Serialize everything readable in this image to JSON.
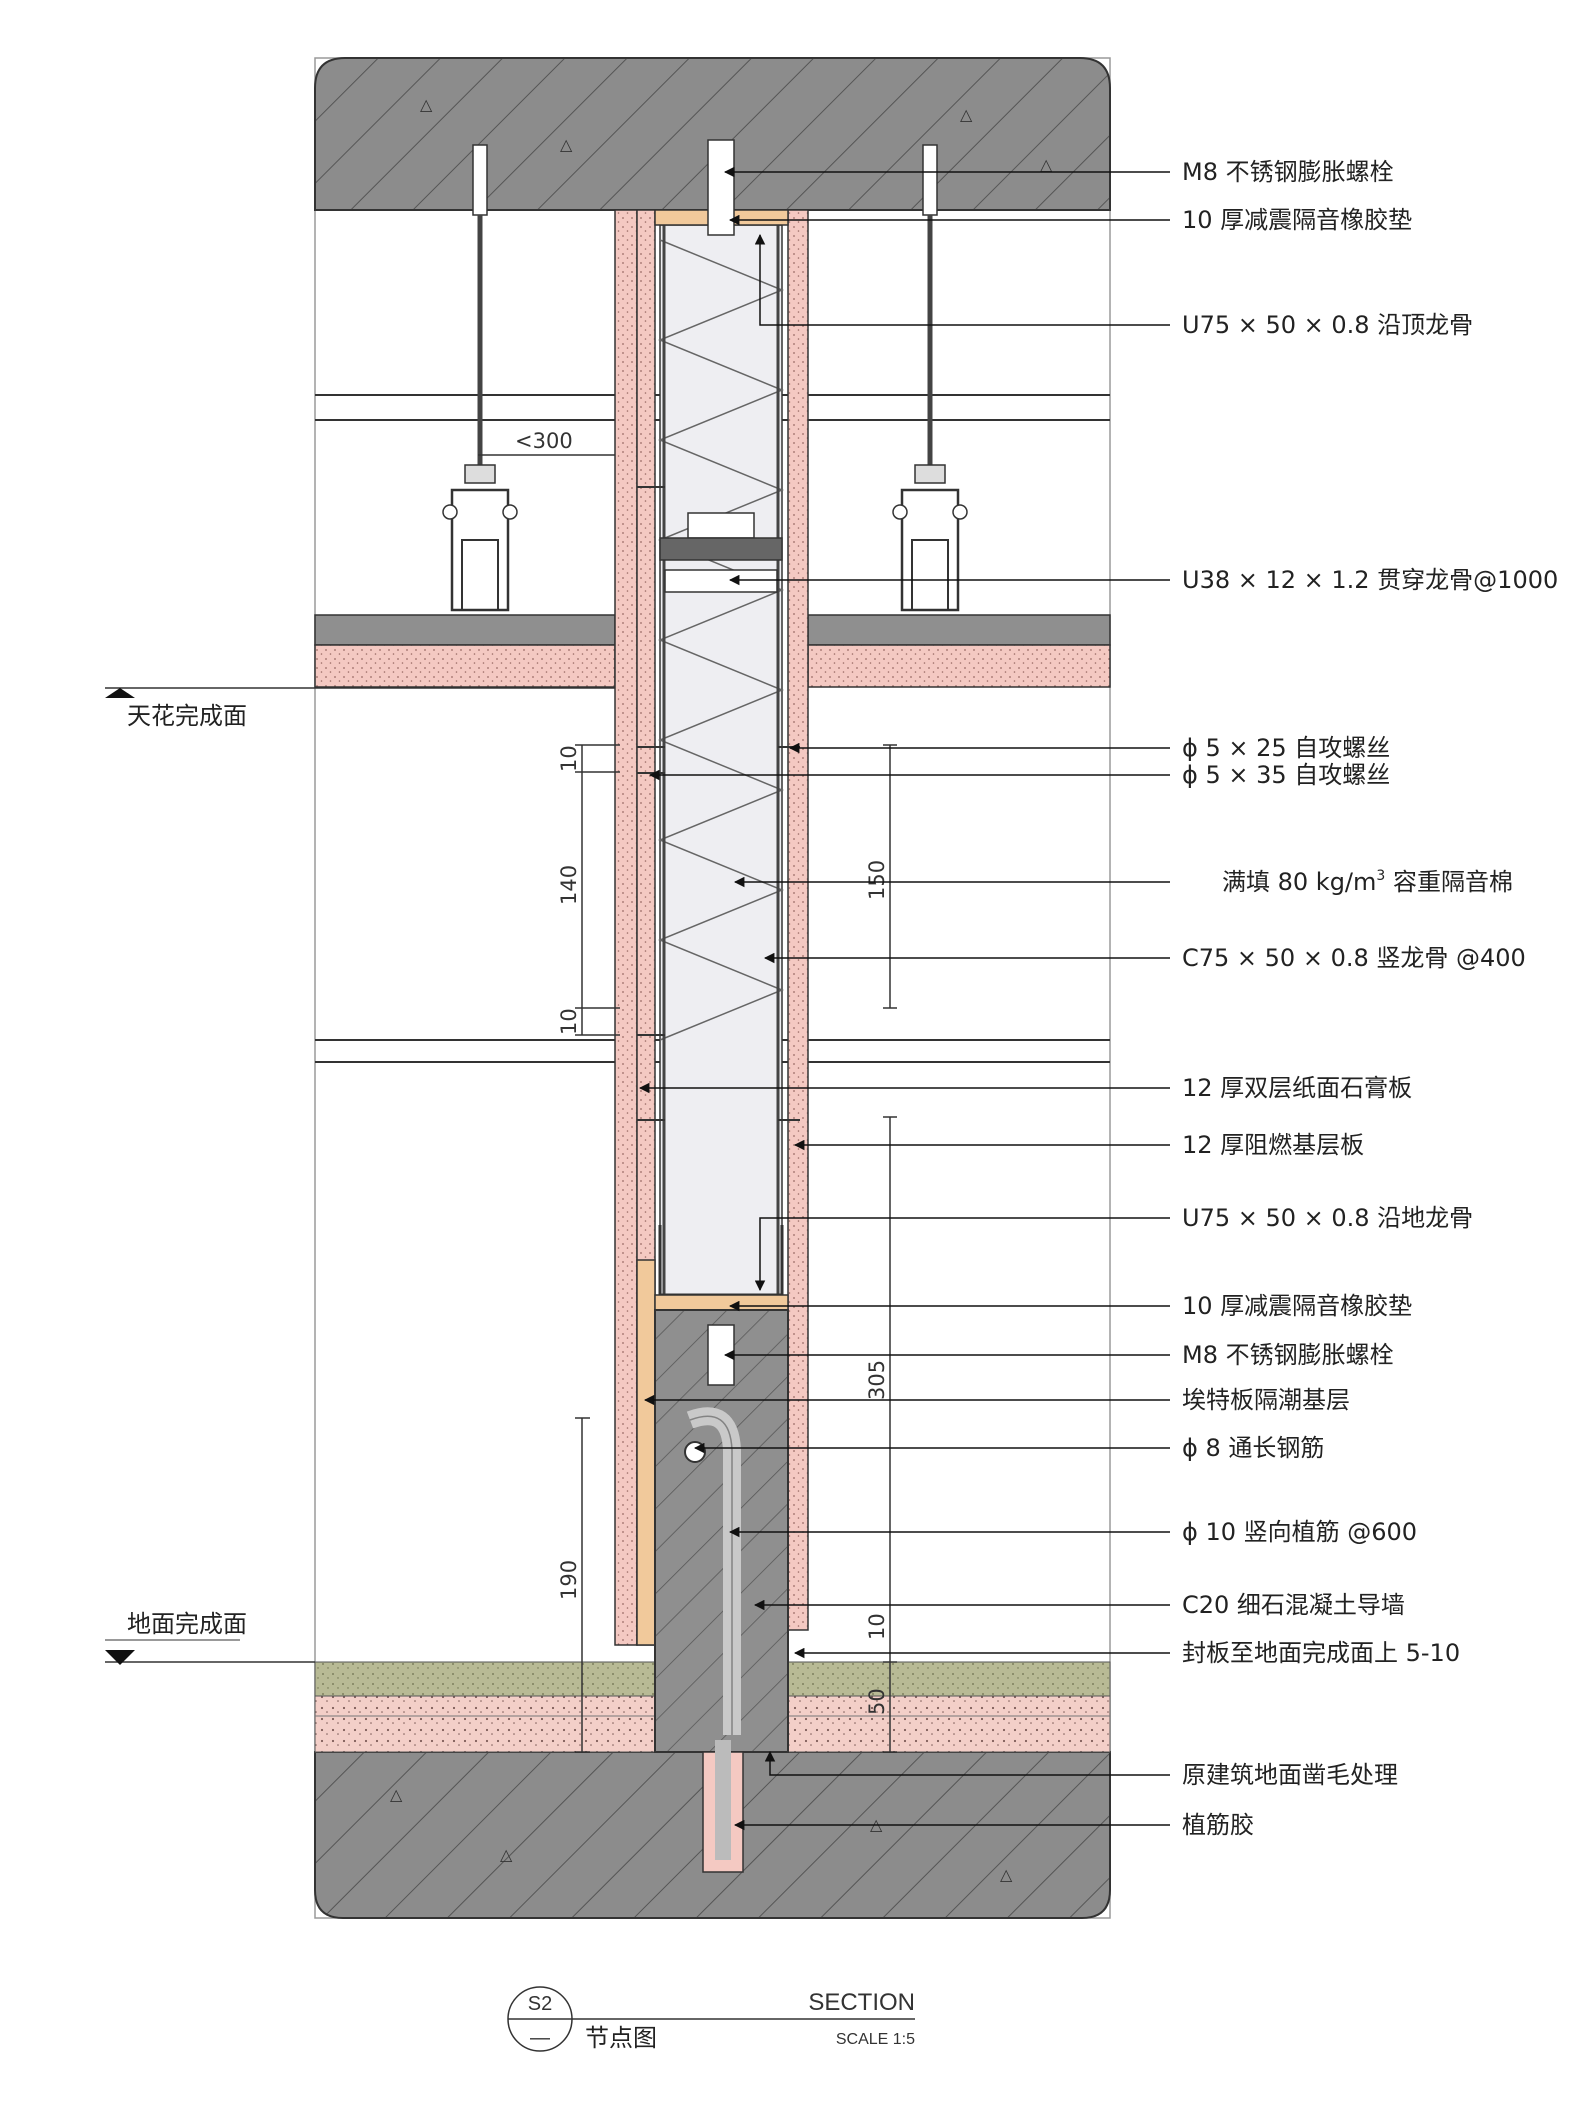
{
  "labels": {
    "m8_bolt_top": "M8 不锈钢膨胀螺栓",
    "rubber_pad_top": "10 厚减震隔音橡胶垫",
    "u_track_top": "U75 × 50 × 0.8 沿顶龙骨",
    "u38_channel": "U38 × 12 × 1.2 贯穿龙骨@1000",
    "screw_25": "ϕ  5 × 25 自攻螺丝",
    "screw_35": "ϕ  5 × 35 自攻螺丝",
    "insulation_prefix": "满填 80 kg/m",
    "insulation_sup": "3",
    "insulation_suffix": " 容重隔音棉",
    "c_stud": "C75 × 50 × 0.8 竖龙骨 @400",
    "gypsum": "12 厚双层纸面石膏板",
    "fire_board": "12 厚阻燃基层板",
    "u_track_floor": "U75 × 50 × 0.8 沿地龙骨",
    "rubber_pad_bottom": "10 厚减震隔音橡胶垫",
    "m8_bolt_bottom": "M8 不锈钢膨胀螺栓",
    "eter_board": "埃特板隔潮基层",
    "rebar_8": "ϕ  8 通长钢筋",
    "rebar_10": "ϕ  10 竖向植筋 @600",
    "concrete": "C20 细石混凝土导墙",
    "seal_board": "封板至地面完成面上 5-10",
    "chisel": "原建筑地面凿毛处理",
    "glue": "植筋胶"
  },
  "levels": {
    "ceiling": "天花完成面",
    "floor": "地面完成面"
  },
  "dimensions": {
    "d300": "<300",
    "d10a": "10",
    "d140": "140",
    "d10b": "10",
    "d150": "150",
    "d305": "305",
    "d190": "190",
    "d10c": "10",
    "d50": "50"
  },
  "title_block": {
    "ref": "S2",
    "dash": "—",
    "name": "节点图",
    "section": "SECTION",
    "scale": "SCALE 1:5"
  },
  "colors": {
    "concrete": "#8c8c8c",
    "board_pink": "#f4c9c2",
    "insulation": "#eeeef2",
    "rubber": "#f1c99b",
    "floor_screed": "#b8ba95",
    "rebar": "#c9c9c9"
  }
}
